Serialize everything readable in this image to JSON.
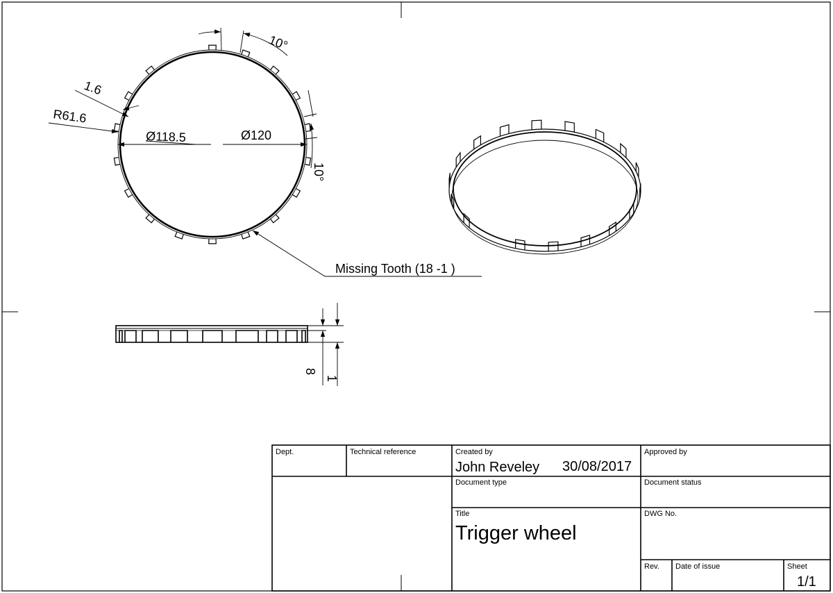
{
  "drawing": {
    "dimensions": {
      "tooth_angle_top": "10°",
      "tooth_angle_side": "10°",
      "tooth_thickness": "1.6",
      "outer_radius": "R61.6",
      "inner_diameter": "Ø118.5",
      "outer_diameter": "Ø120",
      "height": "8",
      "tooth_height": "1"
    },
    "note_missing_tooth": "Missing Tooth (18 -1 )",
    "tooth_count": 18,
    "missing_teeth": 1
  },
  "title_block": {
    "dept_label": "Dept.",
    "technical_reference_label": "Technical reference",
    "created_by_label": "Created by",
    "created_by_value": "John Reveley",
    "created_date": "30/08/2017",
    "approved_by_label": "Approved by",
    "document_type_label": "Document type",
    "document_status_label": "Document status",
    "title_label": "Title",
    "title_value": "Trigger wheel",
    "dwg_no_label": "DWG No.",
    "rev_label": "Rev.",
    "date_of_issue_label": "Date of issue",
    "sheet_label": "Sheet",
    "sheet_value": "1/1"
  }
}
